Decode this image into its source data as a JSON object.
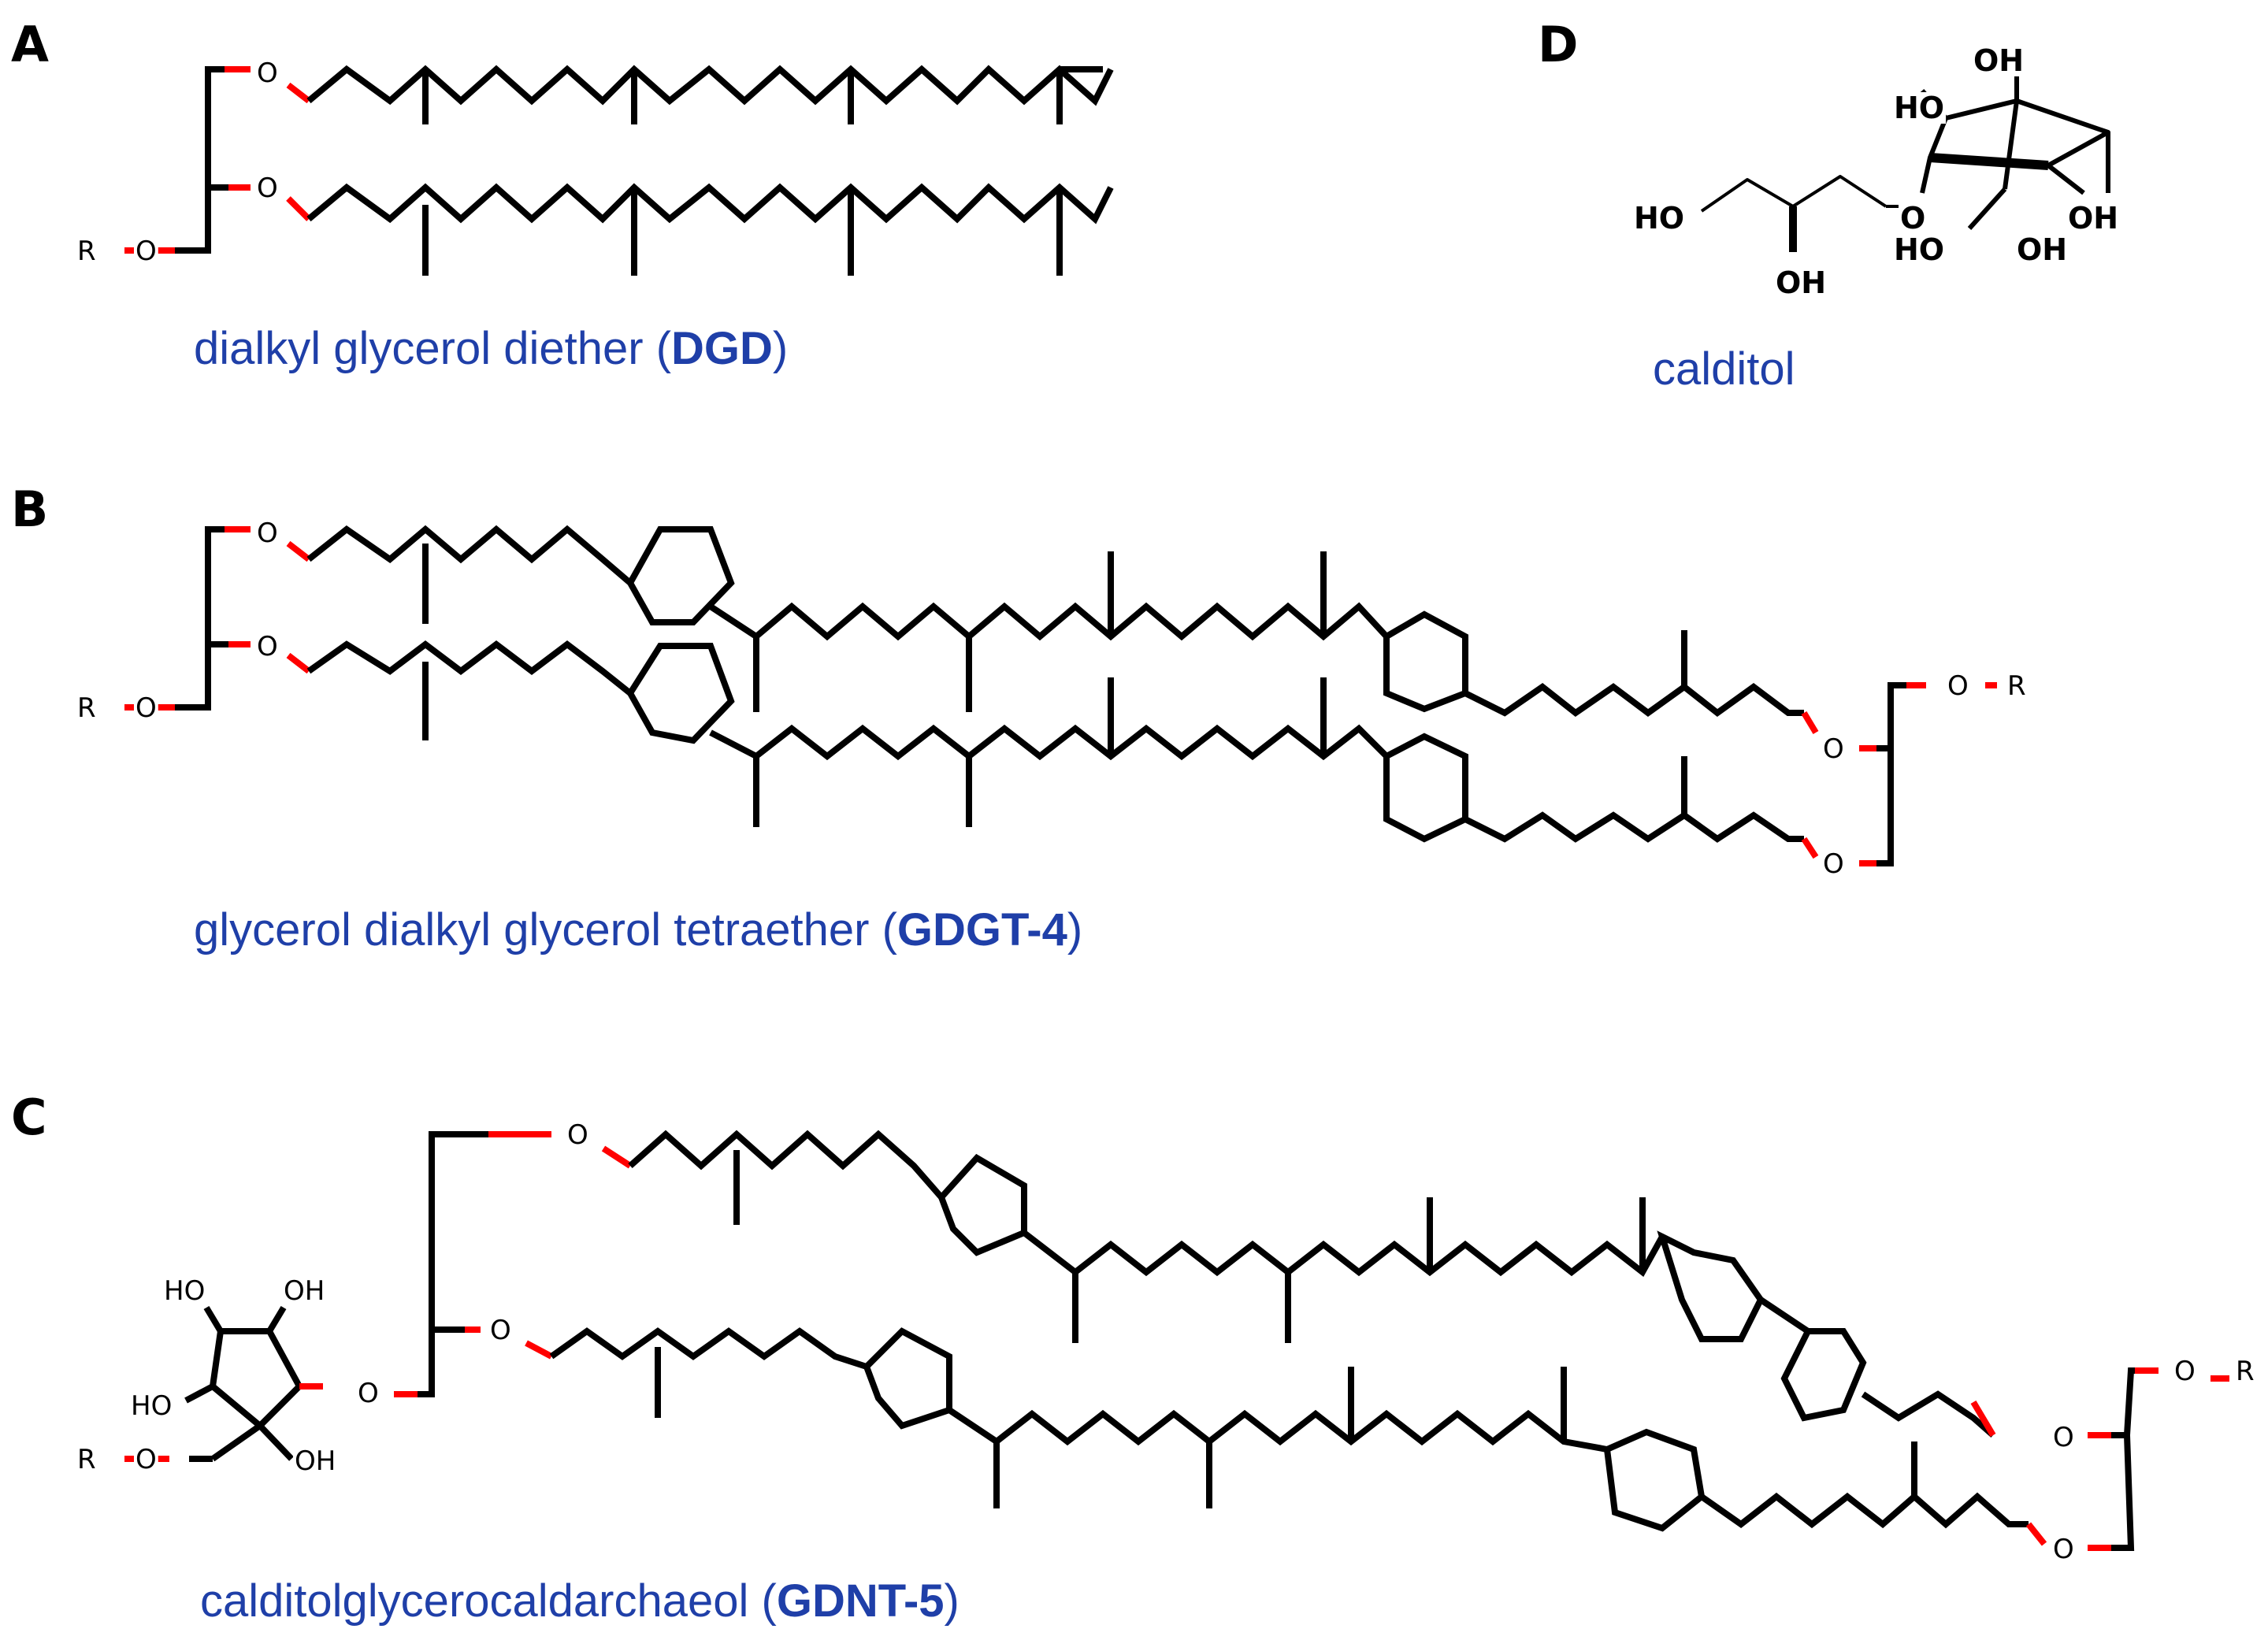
{
  "panels": {
    "A": {
      "letter": "A",
      "caption": {
        "text": "dialkyl glycerol diether (",
        "abbr": "DGD",
        "close": ")"
      }
    },
    "B": {
      "letter": "B",
      "caption": {
        "text": "glycerol dialkyl glycerol tetraether (",
        "abbr": "GDGT-4",
        "close": ")"
      }
    },
    "C": {
      "letter": "C",
      "caption": {
        "text": "calditolglycerocaldarchaeol (",
        "abbr": "GDNT-5",
        "close": ")"
      }
    },
    "D": {
      "letter": "D",
      "caption": {
        "text": "calditol"
      }
    }
  },
  "atoms": {
    "oxygen": "O",
    "r_group": "R",
    "hydroxyl": "OH",
    "hydroxyl_left": "HO"
  },
  "colors": {
    "bond": "#000000",
    "ether_bond": "#ff0000",
    "caption": "#1f3fa8"
  }
}
